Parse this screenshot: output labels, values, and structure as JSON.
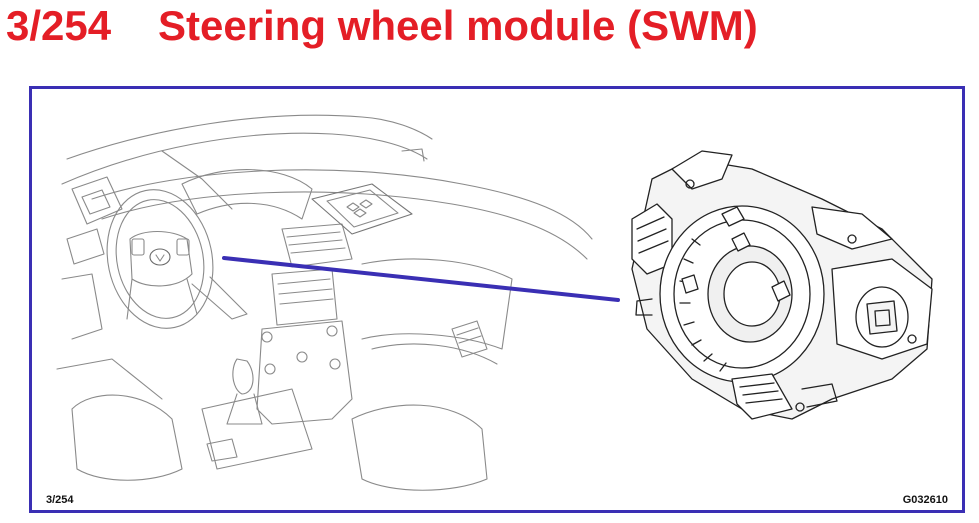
{
  "header": {
    "number": "3/254",
    "title": "Steering wheel module (SWM)"
  },
  "figure": {
    "page_ref": "3/254",
    "figure_code": "G032610",
    "frame_color": "#3a2fb4",
    "pointer_color": "#3a2fb4",
    "title_color": "#e41e26"
  }
}
